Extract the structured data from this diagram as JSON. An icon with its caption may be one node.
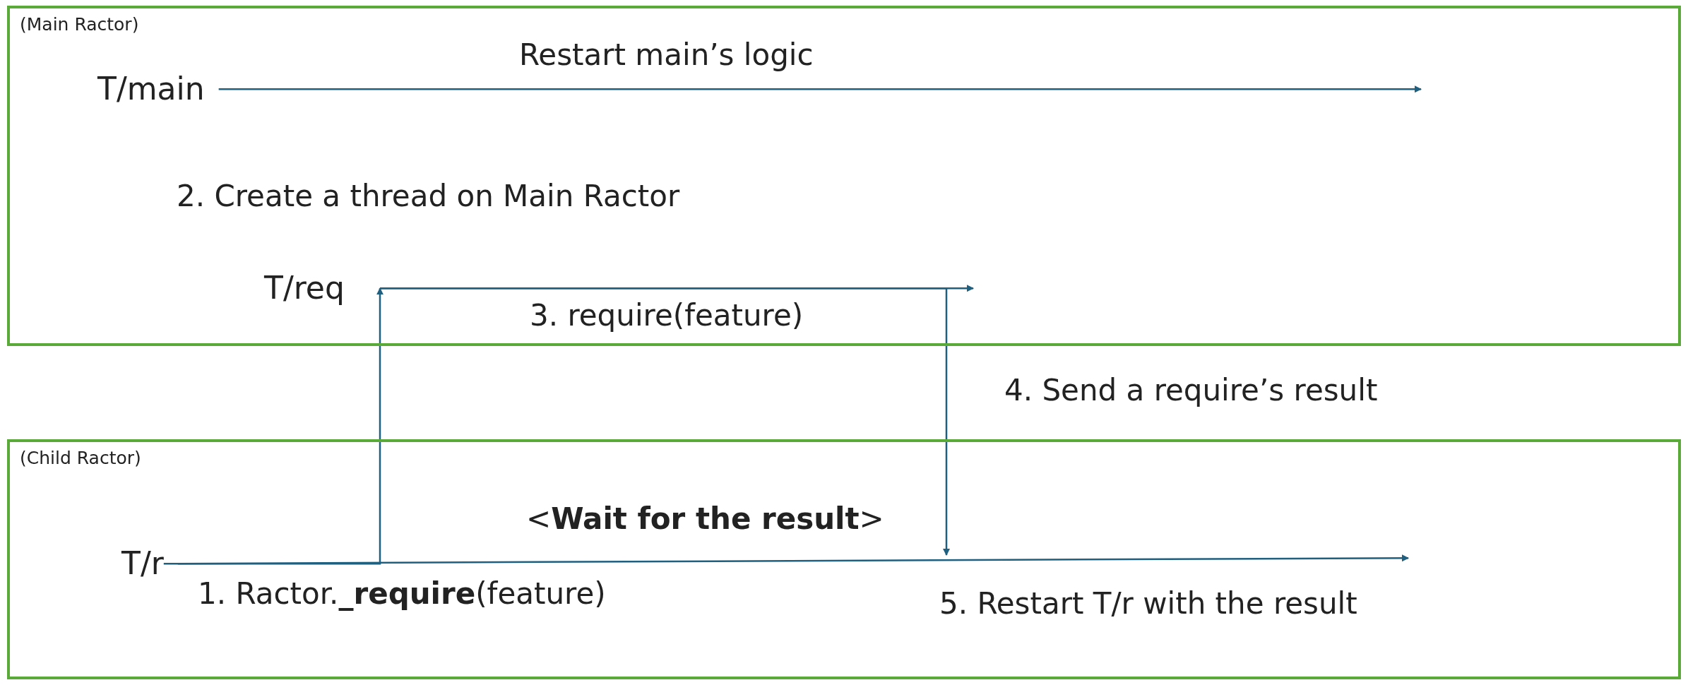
{
  "diagram": {
    "nodes": [
      {
        "text": [
          "(Main Ractor)"
        ]
      },
      {
        "text": [
          "T/main"
        ],
        "in": 0
      },
      {
        "text": [
          "T/req"
        ],
        "in": 0
      },
      {
        "text": [
          "(Child Ractor)"
        ]
      },
      {
        "text": [
          "T/r"
        ],
        "in": 3
      }
    ],
    "edges": [
      {
        "from": 1,
        "to": null,
        "arrow": "to",
        "label": "Restart main’s logic"
      },
      {
        "from": 2,
        "to": null,
        "arrow": "to",
        "label": "3. require(feature)"
      },
      {
        "from": 4,
        "to": null,
        "arrow": "to"
      },
      {
        "from": 4,
        "to": 2,
        "arrow": "to"
      },
      {
        "from": 2,
        "to": null,
        "arrow": "to"
      }
    ],
    "labels": [
      "2. Create a thread on Main Ractor",
      "4. Send a require’s result",
      "<**Wait for the result**>",
      "1. Ractor.**_require**(feature)",
      "5. Restart T/r with the result"
    ]
  }
}
